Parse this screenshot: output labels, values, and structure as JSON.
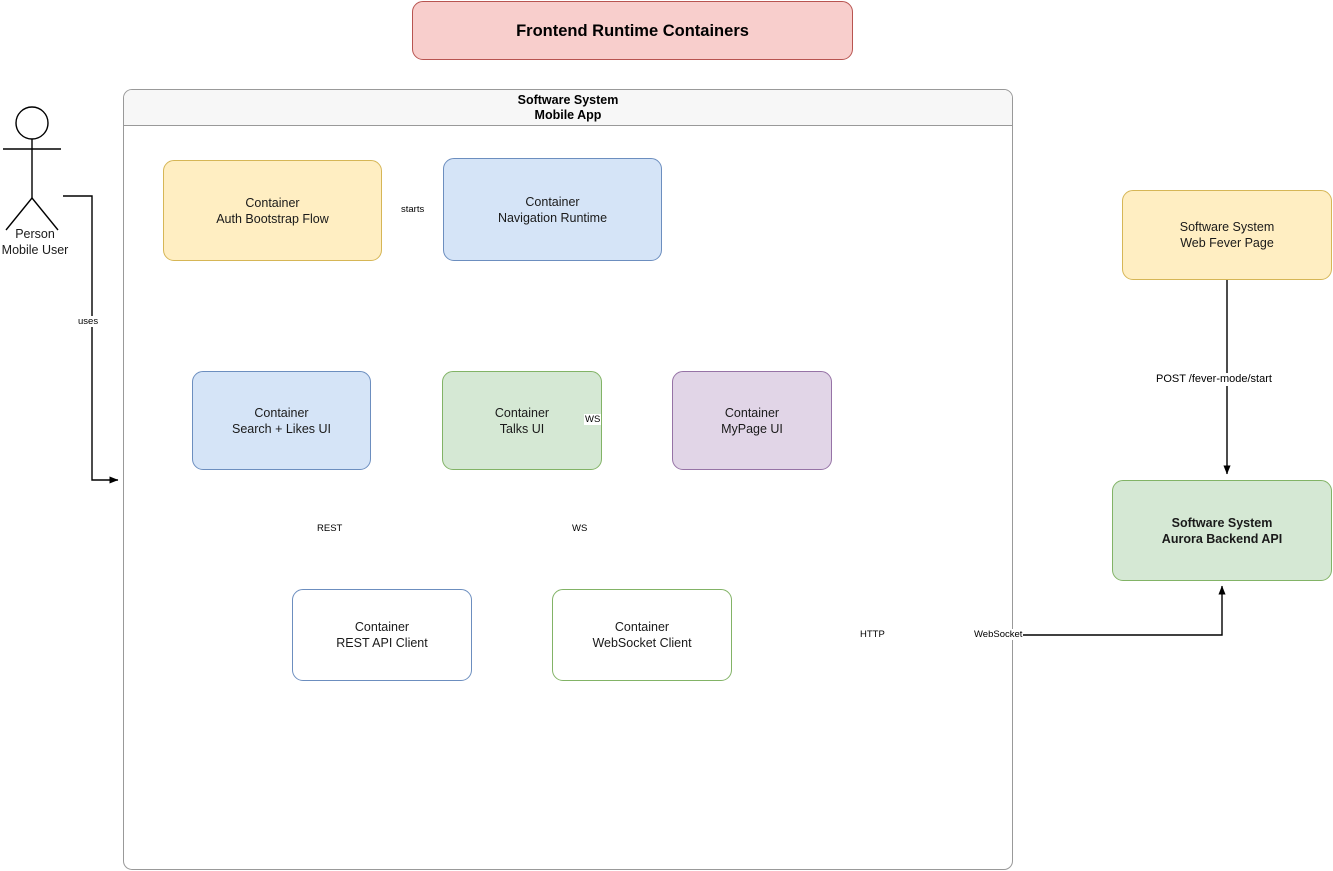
{
  "title_banner": {
    "label": "Frontend Runtime Containers"
  },
  "boundary": {
    "type_label": "Software System",
    "name": "Mobile App"
  },
  "person": {
    "type_label": "Person",
    "name": "Mobile User",
    "icon": "stick-figure-person-icon"
  },
  "nodes": [
    {
      "id": "auth",
      "type_label": "Container",
      "name": "Auth Bootstrap Flow",
      "color": "#ffeec2",
      "border": "#d6b656"
    },
    {
      "id": "nav",
      "type_label": "Container",
      "name": "Navigation Runtime",
      "color": "#d5e4f7",
      "border": "#6c8ebf"
    },
    {
      "id": "search",
      "type_label": "Container",
      "name": "Search + Likes UI",
      "color": "#d5e4f7",
      "border": "#6c8ebf"
    },
    {
      "id": "talks",
      "type_label": "Container",
      "name": "Talks UI",
      "color": "#d5e8d4",
      "border": "#82b366"
    },
    {
      "id": "mypage",
      "type_label": "Container",
      "name": "MyPage UI",
      "color": "#e1d5e7",
      "border": "#9673a6"
    },
    {
      "id": "rest",
      "type_label": "Container",
      "name": "REST API Client",
      "color": "#ffffff",
      "border": "#6c8ebf"
    },
    {
      "id": "ws",
      "type_label": "Container",
      "name": "WebSocket Client",
      "color": "#ffffff",
      "border": "#82b366"
    },
    {
      "id": "fever",
      "type_label": "Software System",
      "name": "Web Fever Page",
      "color": "#ffeec2",
      "border": "#d6b656"
    },
    {
      "id": "aurora",
      "type_label": "Software System",
      "name": "Aurora Backend API",
      "color": "#d5e8d4",
      "border": "#82b366"
    }
  ],
  "edge_labels": {
    "uses": "uses",
    "starts": "starts",
    "ws_top": "WS",
    "rest": "REST",
    "ws_mid": "WS",
    "http": "HTTP",
    "websocket": "WebSocket",
    "post_fever": "POST /fever-mode/start"
  }
}
